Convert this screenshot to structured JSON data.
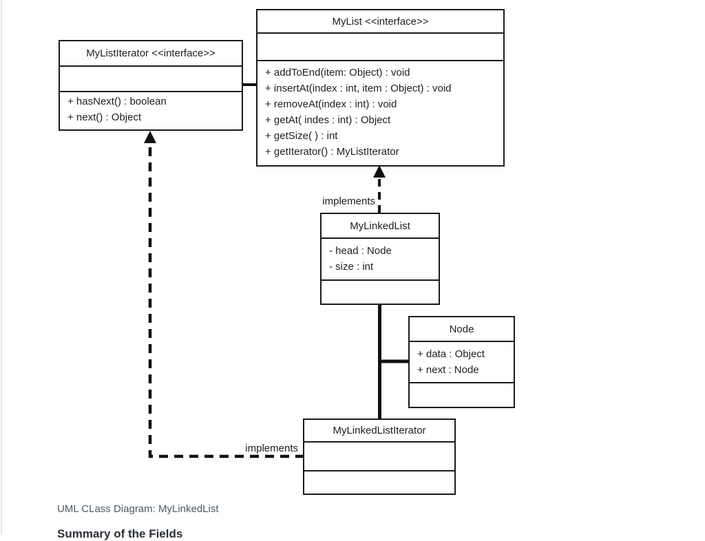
{
  "page": {
    "caption": "UML CLass Diagram: MyLinkedList",
    "cutoff_heading": "Summary of the Fields"
  },
  "classes": {
    "mylist": {
      "title": "MyList <<interface>>",
      "methods": [
        "+ addToEnd(item: Object) : void",
        "+ insertAt(index : int, item : Object) : void",
        "+ removeAt(index : int) : void",
        "+ getAt( indes : int) : Object",
        "+ getSize( ) : int",
        "+ getIterator() : MyListIterator"
      ]
    },
    "mylistiterator": {
      "title": "MyListIterator <<interface>>",
      "methods": [
        "+ hasNext() : boolean",
        "+ next() : Object"
      ]
    },
    "mylinkedlist": {
      "title": "MyLinkedList",
      "attributes": [
        "- head : Node",
        "- size : int"
      ]
    },
    "node": {
      "title": "Node",
      "attributes": [
        "+ data : Object",
        "+ next : Node"
      ]
    },
    "mylinkedlistiterator": {
      "title": "MyLinkedListIterator"
    }
  },
  "relationships": {
    "implements_label_top": "implements",
    "implements_label_bottom": "implements"
  },
  "colors": {
    "box_border": "#1b1b1b",
    "text": "#1e1e1e",
    "caption_text": "#4e5862",
    "background": "#ffffff"
  }
}
